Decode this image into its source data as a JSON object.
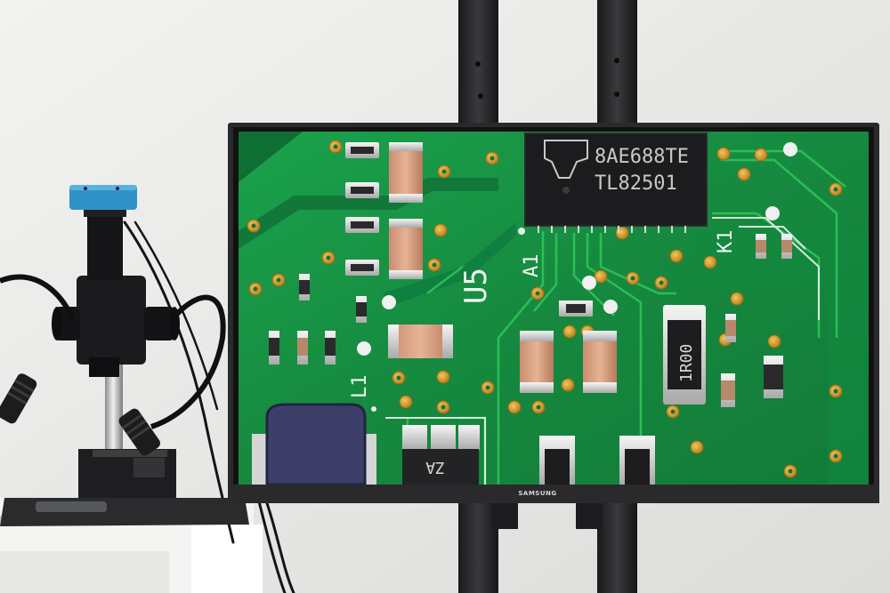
{
  "monitor": {
    "brand": "SAMSUNG"
  },
  "pcb": {
    "chip_line1": "8AE688TE",
    "chip_line2": "TL82501",
    "label_u5": "U5",
    "label_a1": "A1",
    "label_k1": "K1",
    "label_l1": "L1",
    "resistor_code": "1R00",
    "chip2_code": "ZA"
  },
  "colors": {
    "wall": "#ececea",
    "pcb_green": "#1f9a4a",
    "pcb_dark": "#12703a",
    "pad_gold": "#d9a334",
    "chip_black": "#1c1c1e",
    "stand": "#262628"
  }
}
